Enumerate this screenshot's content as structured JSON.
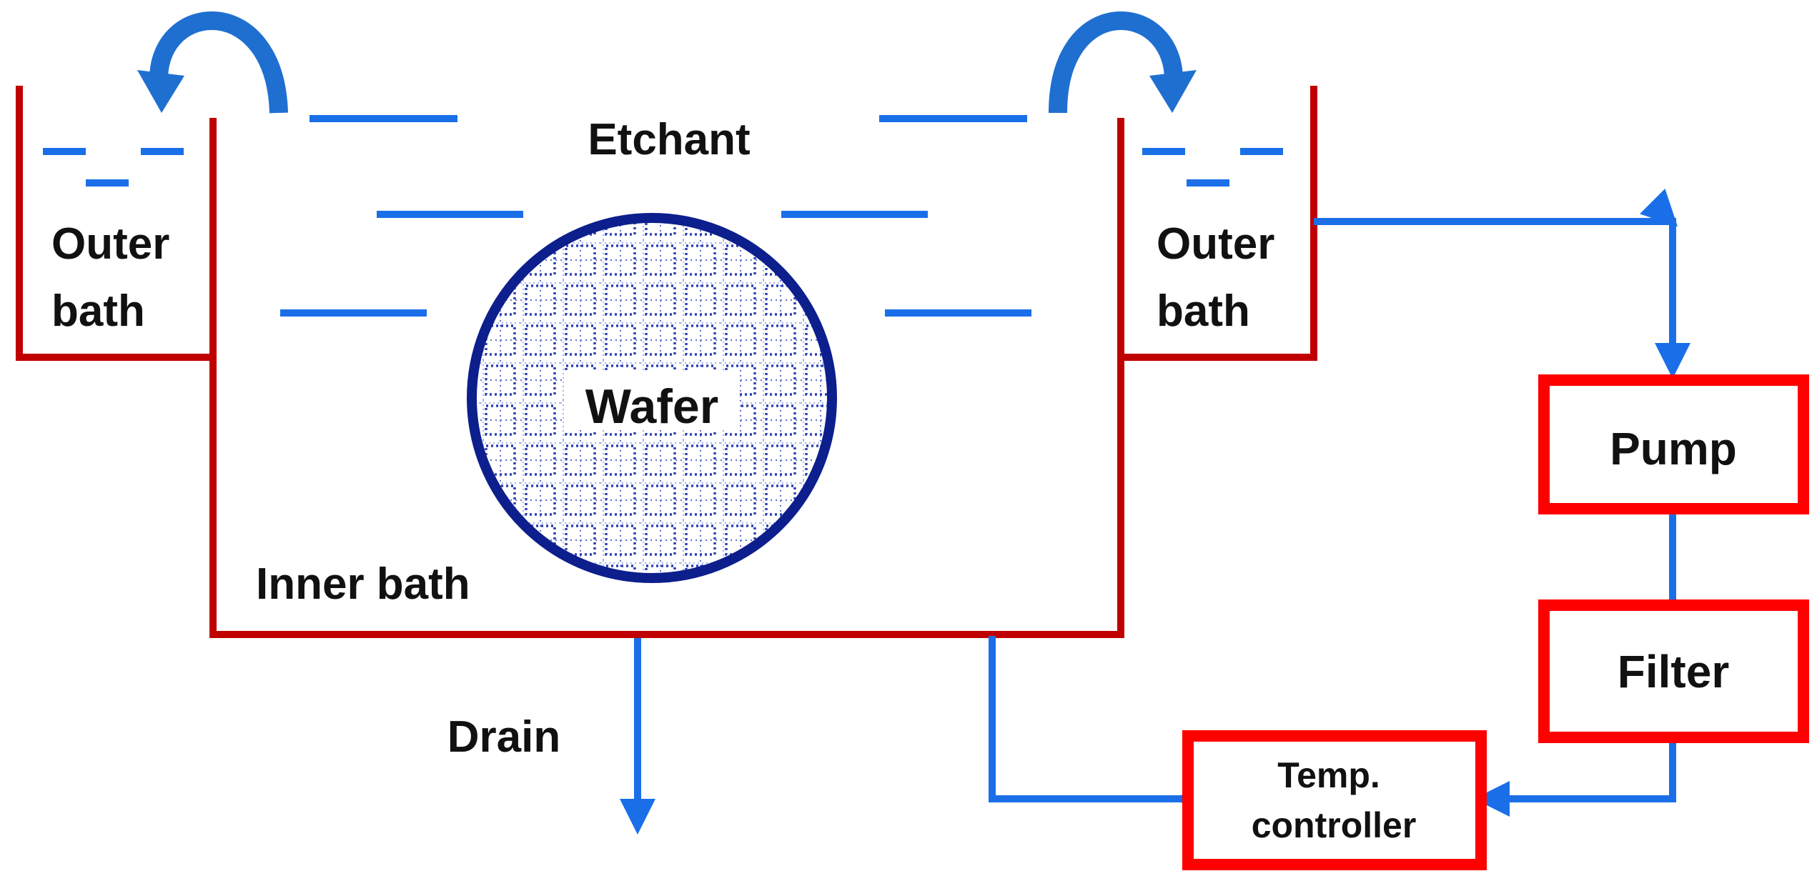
{
  "labels": {
    "etchant": "Etchant",
    "outer_bath_left": [
      "Outer",
      "bath"
    ],
    "outer_bath_right": [
      "Outer",
      "bath"
    ],
    "wafer": "Wafer",
    "inner_bath": "Inner bath",
    "drain": "Drain",
    "pump": "Pump",
    "filter": "Filter",
    "temp_controller": [
      "Temp.",
      "controller"
    ]
  },
  "colors": {
    "tank_wall": "#c00000",
    "liquid_and_flow": "#1a6fe8",
    "overflow_arrow": "#1f6fd1",
    "wafer_outline": "#0d1f8c",
    "wafer_grid": "#2b3fb0",
    "component_box_border": "#ff0000",
    "text": "#111111"
  },
  "icons": {
    "overflow_left": "curved-arrow-icon",
    "overflow_right": "curved-arrow-icon",
    "wafer": "wafer-grid-icon"
  }
}
